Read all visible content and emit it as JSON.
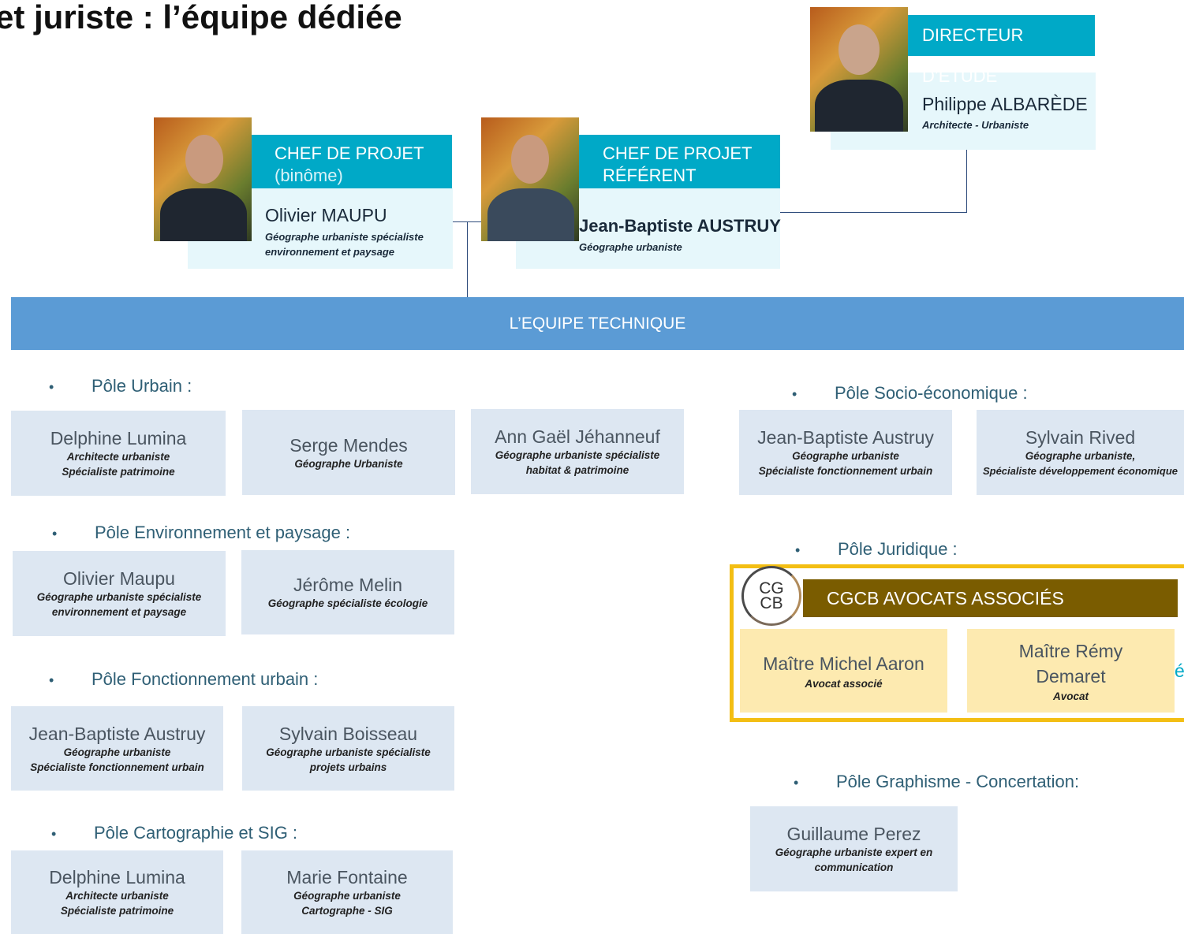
{
  "title": "et juriste : l’équipe dédiée",
  "director": {
    "role": "DIRECTEUR D’ÉTUDE",
    "name": "Philippe ALBARÈDE",
    "title": "Architecte - Urbaniste"
  },
  "chef1": {
    "role": "CHEF DE PROJET",
    "role_sub": "(binôme)",
    "name": "Olivier MAUPU",
    "title_l1": "Géographe urbaniste spécialiste",
    "title_l2": "environnement et paysage"
  },
  "chef2": {
    "role_l1": "CHEF DE PROJET",
    "role_l2": "RÉFÉRENT",
    "name": "Jean-Baptiste AUSTRUY",
    "title": "Géographe urbaniste"
  },
  "team_band": "L’EQUIPE TECHNIQUE",
  "bullet": "•",
  "poles": {
    "urbain": {
      "label": "Pôle Urbain :",
      "cards": [
        {
          "name": "Delphine Lumina",
          "l1": "Architecte urbaniste",
          "l2": "Spécialiste patrimoine"
        },
        {
          "name": "Serge Mendes",
          "l1": "Géographe Urbaniste",
          "l2": ""
        },
        {
          "name": "Ann Gaël Jéhanneuf",
          "l1": "Géographe urbaniste spécialiste",
          "l2": "habitat & patrimoine"
        }
      ]
    },
    "environnement": {
      "label": "Pôle Environnement et paysage :",
      "cards": [
        {
          "name": "Olivier Maupu",
          "l1": "Géographe urbaniste spécialiste",
          "l2": "environnement et paysage"
        },
        {
          "name": "Jérôme Melin",
          "l1": "Géographe spécialiste écologie",
          "l2": ""
        }
      ]
    },
    "fonctionnement": {
      "label": "Pôle Fonctionnement urbain :",
      "cards": [
        {
          "name": "Jean-Baptiste Austruy",
          "l1": "Géographe urbaniste",
          "l2": "Spécialiste fonctionnement urbain"
        },
        {
          "name": "Sylvain Boisseau",
          "l1": "Géographe urbaniste spécialiste",
          "l2": "projets urbains"
        }
      ]
    },
    "cartographie": {
      "label": "Pôle Cartographie et SIG :",
      "cards": [
        {
          "name": "Delphine Lumina",
          "l1": "Architecte urbaniste",
          "l2": "Spécialiste patrimoine"
        },
        {
          "name": "Marie Fontaine",
          "l1": "Géographe urbaniste",
          "l2": "Cartographe - SIG"
        }
      ]
    },
    "socio": {
      "label": "Pôle Socio-économique :",
      "cards": [
        {
          "name": "Jean-Baptiste Austruy",
          "l1": "Géographe urbaniste",
          "l2": "Spécialiste fonctionnement urbain"
        },
        {
          "name": "Sylvain Rived",
          "l1": "Géographe urbaniste,",
          "l2": "Spécialiste développement économique"
        }
      ]
    },
    "juridique": {
      "label": "Pôle Juridique :",
      "firm": "CGCB AVOCATS ASSOCIÉS",
      "logo_l1": "CG",
      "logo_l2": "CB",
      "cards": [
        {
          "name": "Maître Michel Aaron",
          "l1": "Avocat associé"
        },
        {
          "name": "Maître Rémy Demaret",
          "l1": "Avocat"
        }
      ],
      "edge_glyph": "é"
    },
    "graphisme": {
      "label": "Pôle Graphisme - Concertation:",
      "cards": [
        {
          "name": "Guillaume Perez",
          "l1": "Géographe urbaniste expert en",
          "l2": "communication"
        }
      ]
    }
  },
  "colors": {
    "role_band": "#00a9c7",
    "team_band": "#5b9bd5",
    "card_bg": "#dde7f2",
    "firm_band": "#7a5c00",
    "firm_frame": "#f3be13",
    "firm_card": "#fdeab0"
  }
}
